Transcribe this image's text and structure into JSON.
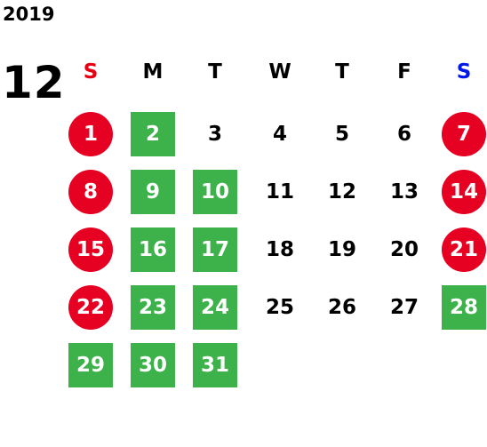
{
  "calendar": {
    "year": "2019",
    "month": "12",
    "colors": {
      "sunday_text": "#e60012",
      "saturday_text": "#0019e6",
      "circle": "#e60021",
      "square": "#3db24a",
      "normal_text": "#000000"
    },
    "weekdays": [
      {
        "label": "S",
        "kind": "sunday"
      },
      {
        "label": "M",
        "kind": "normal"
      },
      {
        "label": "T",
        "kind": "normal"
      },
      {
        "label": "W",
        "kind": "normal"
      },
      {
        "label": "T",
        "kind": "normal"
      },
      {
        "label": "F",
        "kind": "normal"
      },
      {
        "label": "S",
        "kind": "saturday"
      }
    ],
    "first_weekday_index": 0,
    "days": [
      {
        "label": "1",
        "style": "circle"
      },
      {
        "label": "2",
        "style": "square"
      },
      {
        "label": "3",
        "style": "plain"
      },
      {
        "label": "4",
        "style": "plain"
      },
      {
        "label": "5",
        "style": "plain"
      },
      {
        "label": "6",
        "style": "plain"
      },
      {
        "label": "7",
        "style": "circle"
      },
      {
        "label": "8",
        "style": "circle"
      },
      {
        "label": "9",
        "style": "square"
      },
      {
        "label": "10",
        "style": "square"
      },
      {
        "label": "11",
        "style": "plain"
      },
      {
        "label": "12",
        "style": "plain"
      },
      {
        "label": "13",
        "style": "plain"
      },
      {
        "label": "14",
        "style": "circle"
      },
      {
        "label": "15",
        "style": "circle"
      },
      {
        "label": "16",
        "style": "square"
      },
      {
        "label": "17",
        "style": "square"
      },
      {
        "label": "18",
        "style": "plain"
      },
      {
        "label": "19",
        "style": "plain"
      },
      {
        "label": "20",
        "style": "plain"
      },
      {
        "label": "21",
        "style": "circle"
      },
      {
        "label": "22",
        "style": "circle"
      },
      {
        "label": "23",
        "style": "square"
      },
      {
        "label": "24",
        "style": "square"
      },
      {
        "label": "25",
        "style": "plain"
      },
      {
        "label": "26",
        "style": "plain"
      },
      {
        "label": "27",
        "style": "plain"
      },
      {
        "label": "28",
        "style": "square"
      },
      {
        "label": "29",
        "style": "square"
      },
      {
        "label": "30",
        "style": "square"
      },
      {
        "label": "31",
        "style": "square"
      }
    ]
  }
}
